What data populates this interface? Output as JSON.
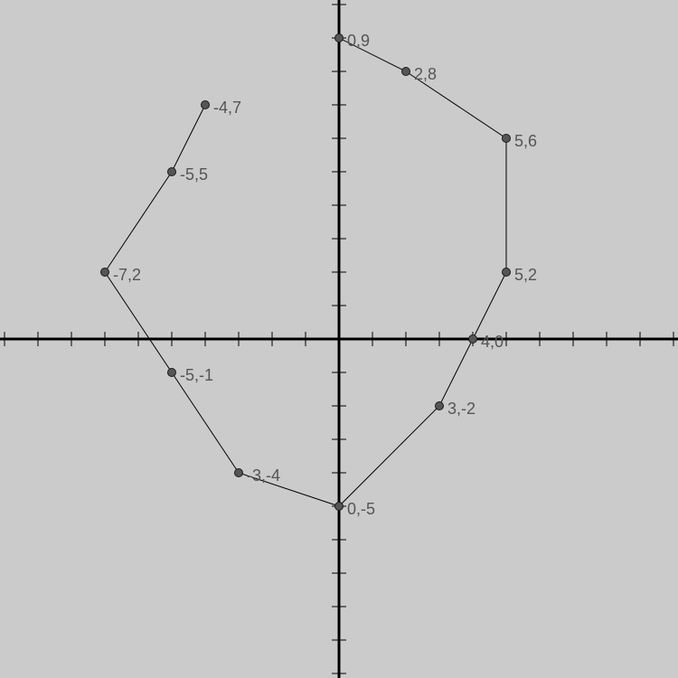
{
  "chart_data": {
    "type": "line",
    "title": "",
    "xlabel": "",
    "ylabel": "",
    "xlim": [
      -10,
      10
    ],
    "ylim": [
      -10,
      10
    ],
    "grid": false,
    "axes_at_origin": true,
    "x_ticks_every": 1,
    "y_ticks_every": 1,
    "points": [
      {
        "x": -4,
        "y": 7,
        "label": "-4,7"
      },
      {
        "x": -5,
        "y": 5,
        "label": "-5,5"
      },
      {
        "x": -7,
        "y": 2,
        "label": "-7,2"
      },
      {
        "x": -5,
        "y": -1,
        "label": "-5,-1"
      },
      {
        "x": -3,
        "y": -4,
        "label": "-3,-4"
      },
      {
        "x": 0,
        "y": -5,
        "label": "0,-5"
      },
      {
        "x": 3,
        "y": -2,
        "label": "3,-2"
      },
      {
        "x": 4,
        "y": 0,
        "label": "4,0"
      },
      {
        "x": 5,
        "y": 2,
        "label": "5,2"
      },
      {
        "x": 5,
        "y": 6,
        "label": "5,6"
      },
      {
        "x": 2,
        "y": 8,
        "label": "2,8"
      },
      {
        "x": 0,
        "y": 9,
        "label": "0,9"
      }
    ],
    "colors": {
      "background": "#cbcbcb",
      "axis": "#000000",
      "line": "#000000",
      "point_fill": "#555555",
      "label": "#555555"
    }
  }
}
